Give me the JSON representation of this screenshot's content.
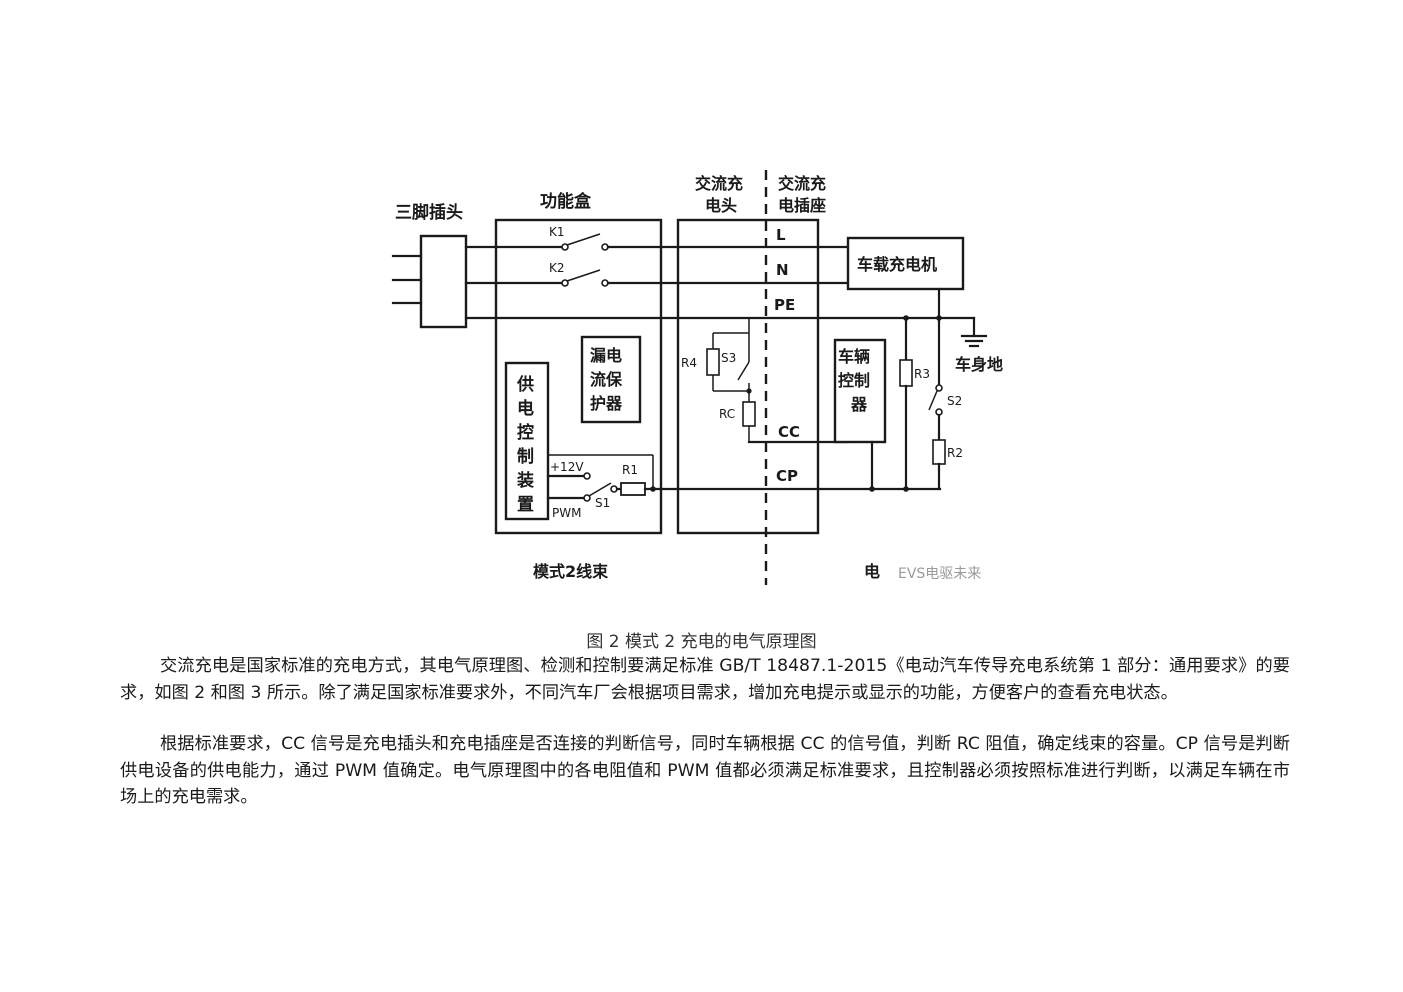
{
  "diagram": {
    "labels": {
      "plug": "三脚插头",
      "function_box": "功能盒",
      "ac_head_line1": "交流充",
      "ac_head_line2": "电头",
      "ac_socket_line1": "交流充",
      "ac_socket_line2": "电插座",
      "charger": "车载充电机",
      "ground": "车身地",
      "leakage_1": "漏电",
      "leakage_2": "流保",
      "leakage_3": "护器",
      "supply_ctrl": [
        "供",
        "电",
        "控",
        "制",
        "装",
        "置"
      ],
      "vehicle_ctrl": [
        "车辆",
        "控制",
        "器"
      ],
      "K1": "K1",
      "K2": "K2",
      "L": "L",
      "N": "N",
      "PE": "PE",
      "CC": "CC",
      "CP": "CP",
      "R1": "R1",
      "R2": "R2",
      "R3": "R3",
      "R4": "R4",
      "RC": "RC",
      "S1": "S1",
      "S2": "S2",
      "S3": "S3",
      "v12": "+12V",
      "pwm": "PWM",
      "mode2": "模式2线束",
      "ev_partial": "电",
      "watermark": "EVS电驱未来"
    }
  },
  "caption": "图 2 模式 2 充电的电气原理图",
  "paragraphs": [
    "交流充电是国家标准的充电方式，其电气原理图、检测和控制要满足标准 GB/T 18487.1-2015《电动汽车传导充电系统第 1 部分：通用要求》的要求，如图 2 和图 3 所示。除了满足国家标准要求外，不同汽车厂会根据项目需求，增加充电提示或显示的功能，方便客户的查看充电状态。",
    "根据标准要求，CC 信号是充电插头和充电插座是否连接的判断信号，同时车辆根据 CC 的信号值，判断 RC 阻值，确定线束的容量。CP 信号是判断供电设备的供电能力，通过 PWM 值确定。电气原理图中的各电阻值和 PWM 值都必须满足标准要求，且控制器必须按照标准进行判断，以满足车辆在市场上的充电需求。"
  ]
}
